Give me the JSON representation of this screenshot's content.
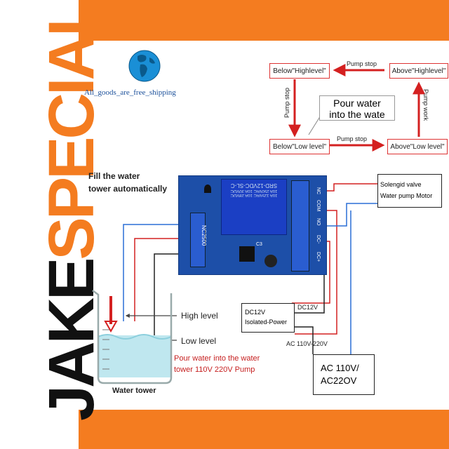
{
  "brand": {
    "part1": "JAKE",
    "part2": "SPECIAL",
    "accent": "#f47c20"
  },
  "logo": {
    "caption": "All_goods_are_free_shipping"
  },
  "flow": {
    "top_left": "Below\"Highlevel\"",
    "top_right": "Above\"Highlevel\"",
    "bottom_left": "Below\"Low level\"",
    "bottom_right": "Above\"Low level\"",
    "top_arrow": "Pump stop",
    "bottom_arrow": "Pump stop",
    "left_arrow": "Pump stop",
    "right_arrow": "Pump work",
    "callout_line1": "Pour water",
    "callout_line2": "into the wate"
  },
  "diagram": {
    "heading_line1": "Fill the water",
    "heading_line2": "tower automatically",
    "relay_line1": "SRD-12VDC-SL-C",
    "relay_line2": "10A 250VAC 10A 30VDC",
    "relay_line3": "10A 125VAC 10A 28VDC",
    "chip_label": "C3",
    "board_code": "NC2500",
    "term_nc": "NC",
    "term_com": "COM",
    "term_no": "NO",
    "term_dc_minus": "DC-",
    "term_dc_plus": "DC+",
    "solenoid_line1": "Solengid valve",
    "solenoid_line2": "Water pump Motor",
    "dc_line1": "DC12V",
    "dc_line2": "Isolated-Power",
    "dc_label": "DC12V",
    "ac_label": "AC 110V-220V",
    "ac_box_line1": "AC 110V/",
    "ac_box_line2": "AC22OV",
    "high_level": "High level",
    "low_level": "Low level",
    "pour_line1": "Pour water into the water",
    "pour_line2": "tower 110V 220V Pump",
    "tower": "Water tower"
  }
}
